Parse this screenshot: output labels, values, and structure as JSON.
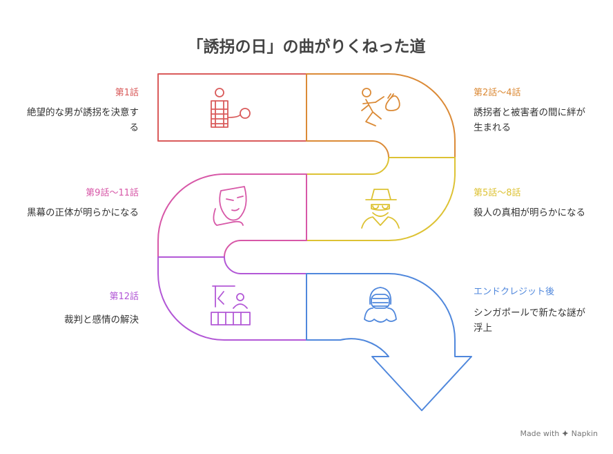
{
  "title": "「誘拐の日」の曲がりくねった道",
  "stages": [
    {
      "title": "第1話",
      "desc": "絶望的な男が誘拐を決意する",
      "color": "#D95A5A",
      "icon": "prisoner-icon"
    },
    {
      "title": "第2話〜4話",
      "desc": "誘拐者と被害者の間に絆が生まれる",
      "color": "#DB8A36",
      "icon": "kidnapper-with-sack-icon"
    },
    {
      "title": "第5話〜8話",
      "desc": "殺人の真相が明らかになる",
      "color": "#DDC233",
      "icon": "detective-icon"
    },
    {
      "title": "第9話〜11話",
      "desc": "黒幕の正体が明らかになる",
      "color": "#D757A7",
      "icon": "mask-icon"
    },
    {
      "title": "第12話",
      "desc": "裁判と感情の解決",
      "color": "#B257D6",
      "icon": "courtroom-icon"
    },
    {
      "title": "エンドクレジット後",
      "desc": "シンガポールで新たな謎が浮上",
      "color": "#4F87DC",
      "icon": "spy-icon"
    }
  ],
  "footer": {
    "made_with": "Made with",
    "brand": "Napkin"
  }
}
